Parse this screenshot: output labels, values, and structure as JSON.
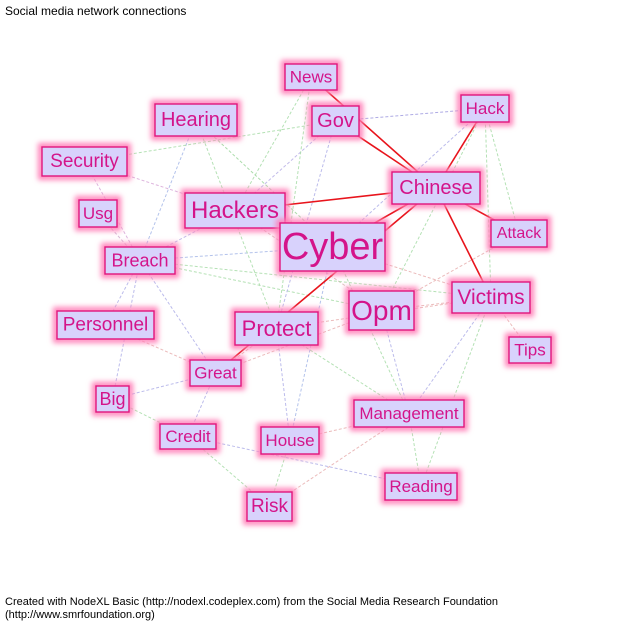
{
  "title": "Social media network connections",
  "footer": "Created with NodeXL Basic (http://nodexl.codeplex.com) from the Social Media Research Foundation (http://www.smrfoundation.org)",
  "colors": {
    "node_fill": "#d8d2fc",
    "node_border": "#e0147c",
    "node_glow": "#ff80b8",
    "label": "#d4148a",
    "strong_edge": "#e8141c"
  },
  "nodes": [
    {
      "id": "news",
      "label": "News"
    },
    {
      "id": "gov",
      "label": "Gov"
    },
    {
      "id": "hack",
      "label": "Hack"
    },
    {
      "id": "hearing",
      "label": "Hearing"
    },
    {
      "id": "security",
      "label": "Security"
    },
    {
      "id": "chinese",
      "label": "Chinese"
    },
    {
      "id": "usg",
      "label": "Usg"
    },
    {
      "id": "hackers",
      "label": "Hackers"
    },
    {
      "id": "attack",
      "label": "Attack"
    },
    {
      "id": "cyber",
      "label": "Cyber"
    },
    {
      "id": "breach",
      "label": "Breach"
    },
    {
      "id": "victims",
      "label": "Victims"
    },
    {
      "id": "opm",
      "label": "Opm"
    },
    {
      "id": "personnel",
      "label": "Personnel"
    },
    {
      "id": "protect",
      "label": "Protect"
    },
    {
      "id": "tips",
      "label": "Tips"
    },
    {
      "id": "great",
      "label": "Great"
    },
    {
      "id": "big",
      "label": "Big"
    },
    {
      "id": "management",
      "label": "Management"
    },
    {
      "id": "credit",
      "label": "Credit"
    },
    {
      "id": "house",
      "label": "House"
    },
    {
      "id": "reading",
      "label": "Reading"
    },
    {
      "id": "risk",
      "label": "Risk"
    }
  ],
  "strong_edges": [
    [
      "chinese",
      "news"
    ],
    [
      "chinese",
      "hack"
    ],
    [
      "chinese",
      "gov"
    ],
    [
      "chinese",
      "hackers"
    ],
    [
      "chinese",
      "cyber"
    ],
    [
      "chinese",
      "attack"
    ],
    [
      "chinese",
      "victims"
    ],
    [
      "chinese",
      "great"
    ]
  ],
  "weak_edges": [
    [
      "gov",
      "hack",
      "#a09ce0"
    ],
    [
      "hearing",
      "breach",
      "#a6b8e8"
    ],
    [
      "hearing",
      "cyber",
      "#9dd69d"
    ],
    [
      "security",
      "hackers",
      "#d8a8d8"
    ],
    [
      "security",
      "gov",
      "#a8dca8"
    ],
    [
      "security",
      "breach",
      "#d8a8d8"
    ],
    [
      "usg",
      "breach",
      "#d0b0d0"
    ],
    [
      "hackers",
      "gov",
      "#b8b0e6"
    ],
    [
      "hackers",
      "breach",
      "#b8b0e6"
    ],
    [
      "hackers",
      "opm",
      "#d8b8b8"
    ],
    [
      "news",
      "hackers",
      "#a8dca8"
    ],
    [
      "news",
      "protect",
      "#a8dca8"
    ],
    [
      "cyber",
      "breach",
      "#a6b8e8"
    ],
    [
      "cyber",
      "hack",
      "#b0b0e8"
    ],
    [
      "cyber",
      "management",
      "#a8dca8"
    ],
    [
      "cyber",
      "house",
      "#a6b8e8"
    ],
    [
      "cyber",
      "victims",
      "#e8b0b0"
    ],
    [
      "breach",
      "victims",
      "#a8dca8"
    ],
    [
      "breach",
      "opm",
      "#a8dca8"
    ],
    [
      "breach",
      "personnel",
      "#b0b0e8"
    ],
    [
      "breach",
      "great",
      "#b0b0e8"
    ],
    [
      "breach",
      "big",
      "#b0b0e8"
    ],
    [
      "opm",
      "victims",
      "#e8b0b0"
    ],
    [
      "opm",
      "management",
      "#b0b0e8"
    ],
    [
      "opm",
      "hack",
      "#a8dca8"
    ],
    [
      "protect",
      "great",
      "#e8b0b0"
    ],
    [
      "protect",
      "management",
      "#a8dca8"
    ],
    [
      "protect",
      "house",
      "#b0b0e8"
    ],
    [
      "protect",
      "victims",
      "#e8b0b0"
    ],
    [
      "personnel",
      "great",
      "#e8b0b0"
    ],
    [
      "great",
      "credit",
      "#b0b0e8"
    ],
    [
      "great",
      "opm",
      "#e8b0b0"
    ],
    [
      "victims",
      "management",
      "#b0b0e8"
    ],
    [
      "victims",
      "hack",
      "#a8dca8"
    ],
    [
      "management",
      "reading",
      "#a8dca8"
    ],
    [
      "management",
      "risk",
      "#e8b0b0"
    ],
    [
      "house",
      "risk",
      "#a8dca8"
    ],
    [
      "credit",
      "reading",
      "#b0b0e8"
    ],
    [
      "credit",
      "risk",
      "#a8dca8"
    ],
    [
      "big",
      "credit",
      "#a8dca8"
    ],
    [
      "big",
      "great",
      "#b0b0e8"
    ],
    [
      "attack",
      "hack",
      "#a8dca8"
    ],
    [
      "attack",
      "opm",
      "#e8b0b0"
    ],
    [
      "tips",
      "victims",
      "#e8b0b0"
    ],
    [
      "reading",
      "victims",
      "#a8dca8"
    ],
    [
      "hearing",
      "protect",
      "#a8dca8"
    ],
    [
      "gov",
      "protect",
      "#b0b0e8"
    ],
    [
      "house",
      "management",
      "#e8b0b0"
    ]
  ]
}
